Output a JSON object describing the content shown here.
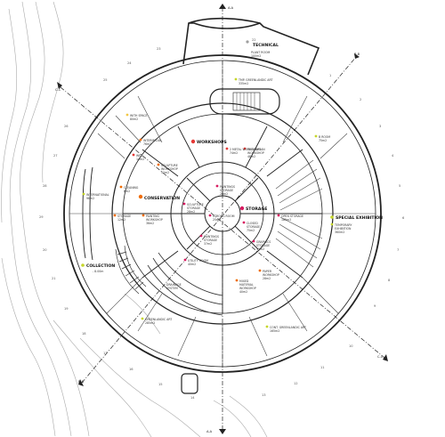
{
  "colors": {
    "workshops": "#e53935",
    "conservation": "#ef6c00",
    "storage": "#d81b60",
    "special_exhibition": "#c6d62a",
    "collection": "#c6d62a",
    "technical": "#9e9e9e",
    "small_room": "#f2c744",
    "wall": "#222222",
    "contour": "#9a9a9a"
  },
  "sections": {
    "aa_top": "A-A",
    "aa_bottom": "A-A",
    "bb_top": "B-B",
    "bb_bottom": "B-B",
    "cc_left": "C-C",
    "cc_right": "C-C"
  },
  "headings": {
    "technical": "TECHNICAL",
    "workshops": "WORKSHOPS",
    "conservation": "CONSERVATION",
    "storage": "STORAGE",
    "special_exhibition": "SPECIAL EXHIBITION",
    "collection": "COLLECTION"
  },
  "rooms": {
    "plant_room": "PLANT ROOM",
    "plant_room_area": "100m2",
    "tmp_greenlandic": "TMP. GREENLANDIC ART",
    "tmp_greenlandic_area": "335m2",
    "with_space": "WITH SPACE",
    "with_space_area": "80m2",
    "b_room": "B ROOM",
    "b_room_area": "75m2",
    "intermedia": "INTERMEDIA",
    "intermedia_area": "76m2",
    "metal_workshops": "2 METAL WORKSHOPS",
    "metal_workshops_area": "74m2",
    "technician": "TECHNICIAN",
    "technician_sub": "WORKSHOP",
    "technician_area": "48m2",
    "wet": "WET",
    "wet_area": "14m2",
    "sculpture_workshop": "SCULPTURE",
    "sculpture_workshop_sub": "WORKSHOP",
    "sculpture_workshop_area": "52m2",
    "painting_storage_top": "PAINTINGS",
    "painting_storage_top_sub": "STORAGE",
    "painting_storage_top_area": "20m2",
    "international": "INTERNATIONAL",
    "international_area": "96m2",
    "cleaning": "CLEANING",
    "cleaning_area": "8m2",
    "sculpture_storage": "SCULPTURE",
    "sculpture_storage_sub": "STORAGE",
    "sculpture_storage_area": "28m2",
    "storage_room": "STORAGE",
    "storage_room_area": "12m2",
    "painting_workshop": "PAINTING",
    "painting_workshop_sub": "WORKSHOP",
    "painting_workshop_area": "36m2",
    "strong_room": "STRONG ROOM",
    "strong_room_area": "25m2",
    "closed_storage": "CLOSED",
    "closed_storage_sub": "STORAGE",
    "closed_storage_area": "75m2",
    "open_storage": "OPEN STORAGE",
    "open_storage_area": "185m2",
    "temporary_exhibition": "TEMPORARY",
    "temporary_exhibition_sub": "EXHIBITION",
    "temporary_exhibition_area": "360m2",
    "paintings_storage_low": "PAINTINGS",
    "paintings_storage_low_sub": "STORAGE",
    "paintings_storage_low_area": "37m2",
    "graphics_storage": "GRAPHICS",
    "graphics_storage_sub": "STORAGE",
    "graphics_storage_area": "15m2",
    "utility_room": "UTILITY ROOM",
    "utility_room_area": "40m2",
    "paper_workshop": "PAPER",
    "paper_workshop_sub": "WORKSHOP",
    "paper_workshop_area": "28m2",
    "drainage": "DRAINAGE",
    "drainage_sub": "SYSTEM",
    "mixed_media": "MIXED",
    "mixed_media_sub": "MATERIAL",
    "mixed_media_sub2": "WORKSHOP",
    "mixed_media_area": "40m2",
    "collection_level": "- 8.00m",
    "greenland_art": "GREENLANDIC ART",
    "greenland_art_area": "285m2",
    "cont_greenlandic": "CONT. GREENLANDIC ART",
    "cont_greenlandic_area": "165m2"
  },
  "grid_numbers": {
    "n22": "22",
    "n23": "23",
    "n24": "24",
    "n25": "25",
    "n26": "26",
    "n27": "27",
    "n28": "28",
    "n29": "29",
    "n20": "20",
    "n21": "21",
    "n19": "19",
    "n18": "18",
    "n17": "17",
    "n16": "16",
    "n15": "15",
    "n14": "14",
    "n13": "13",
    "n12": "12",
    "n11": "11",
    "n10": "10",
    "n9": "9",
    "n8": "8",
    "n7": "7",
    "n6": "6",
    "n5": "5",
    "n4": "4",
    "n3": "3",
    "n2": "2",
    "n1": "1"
  }
}
